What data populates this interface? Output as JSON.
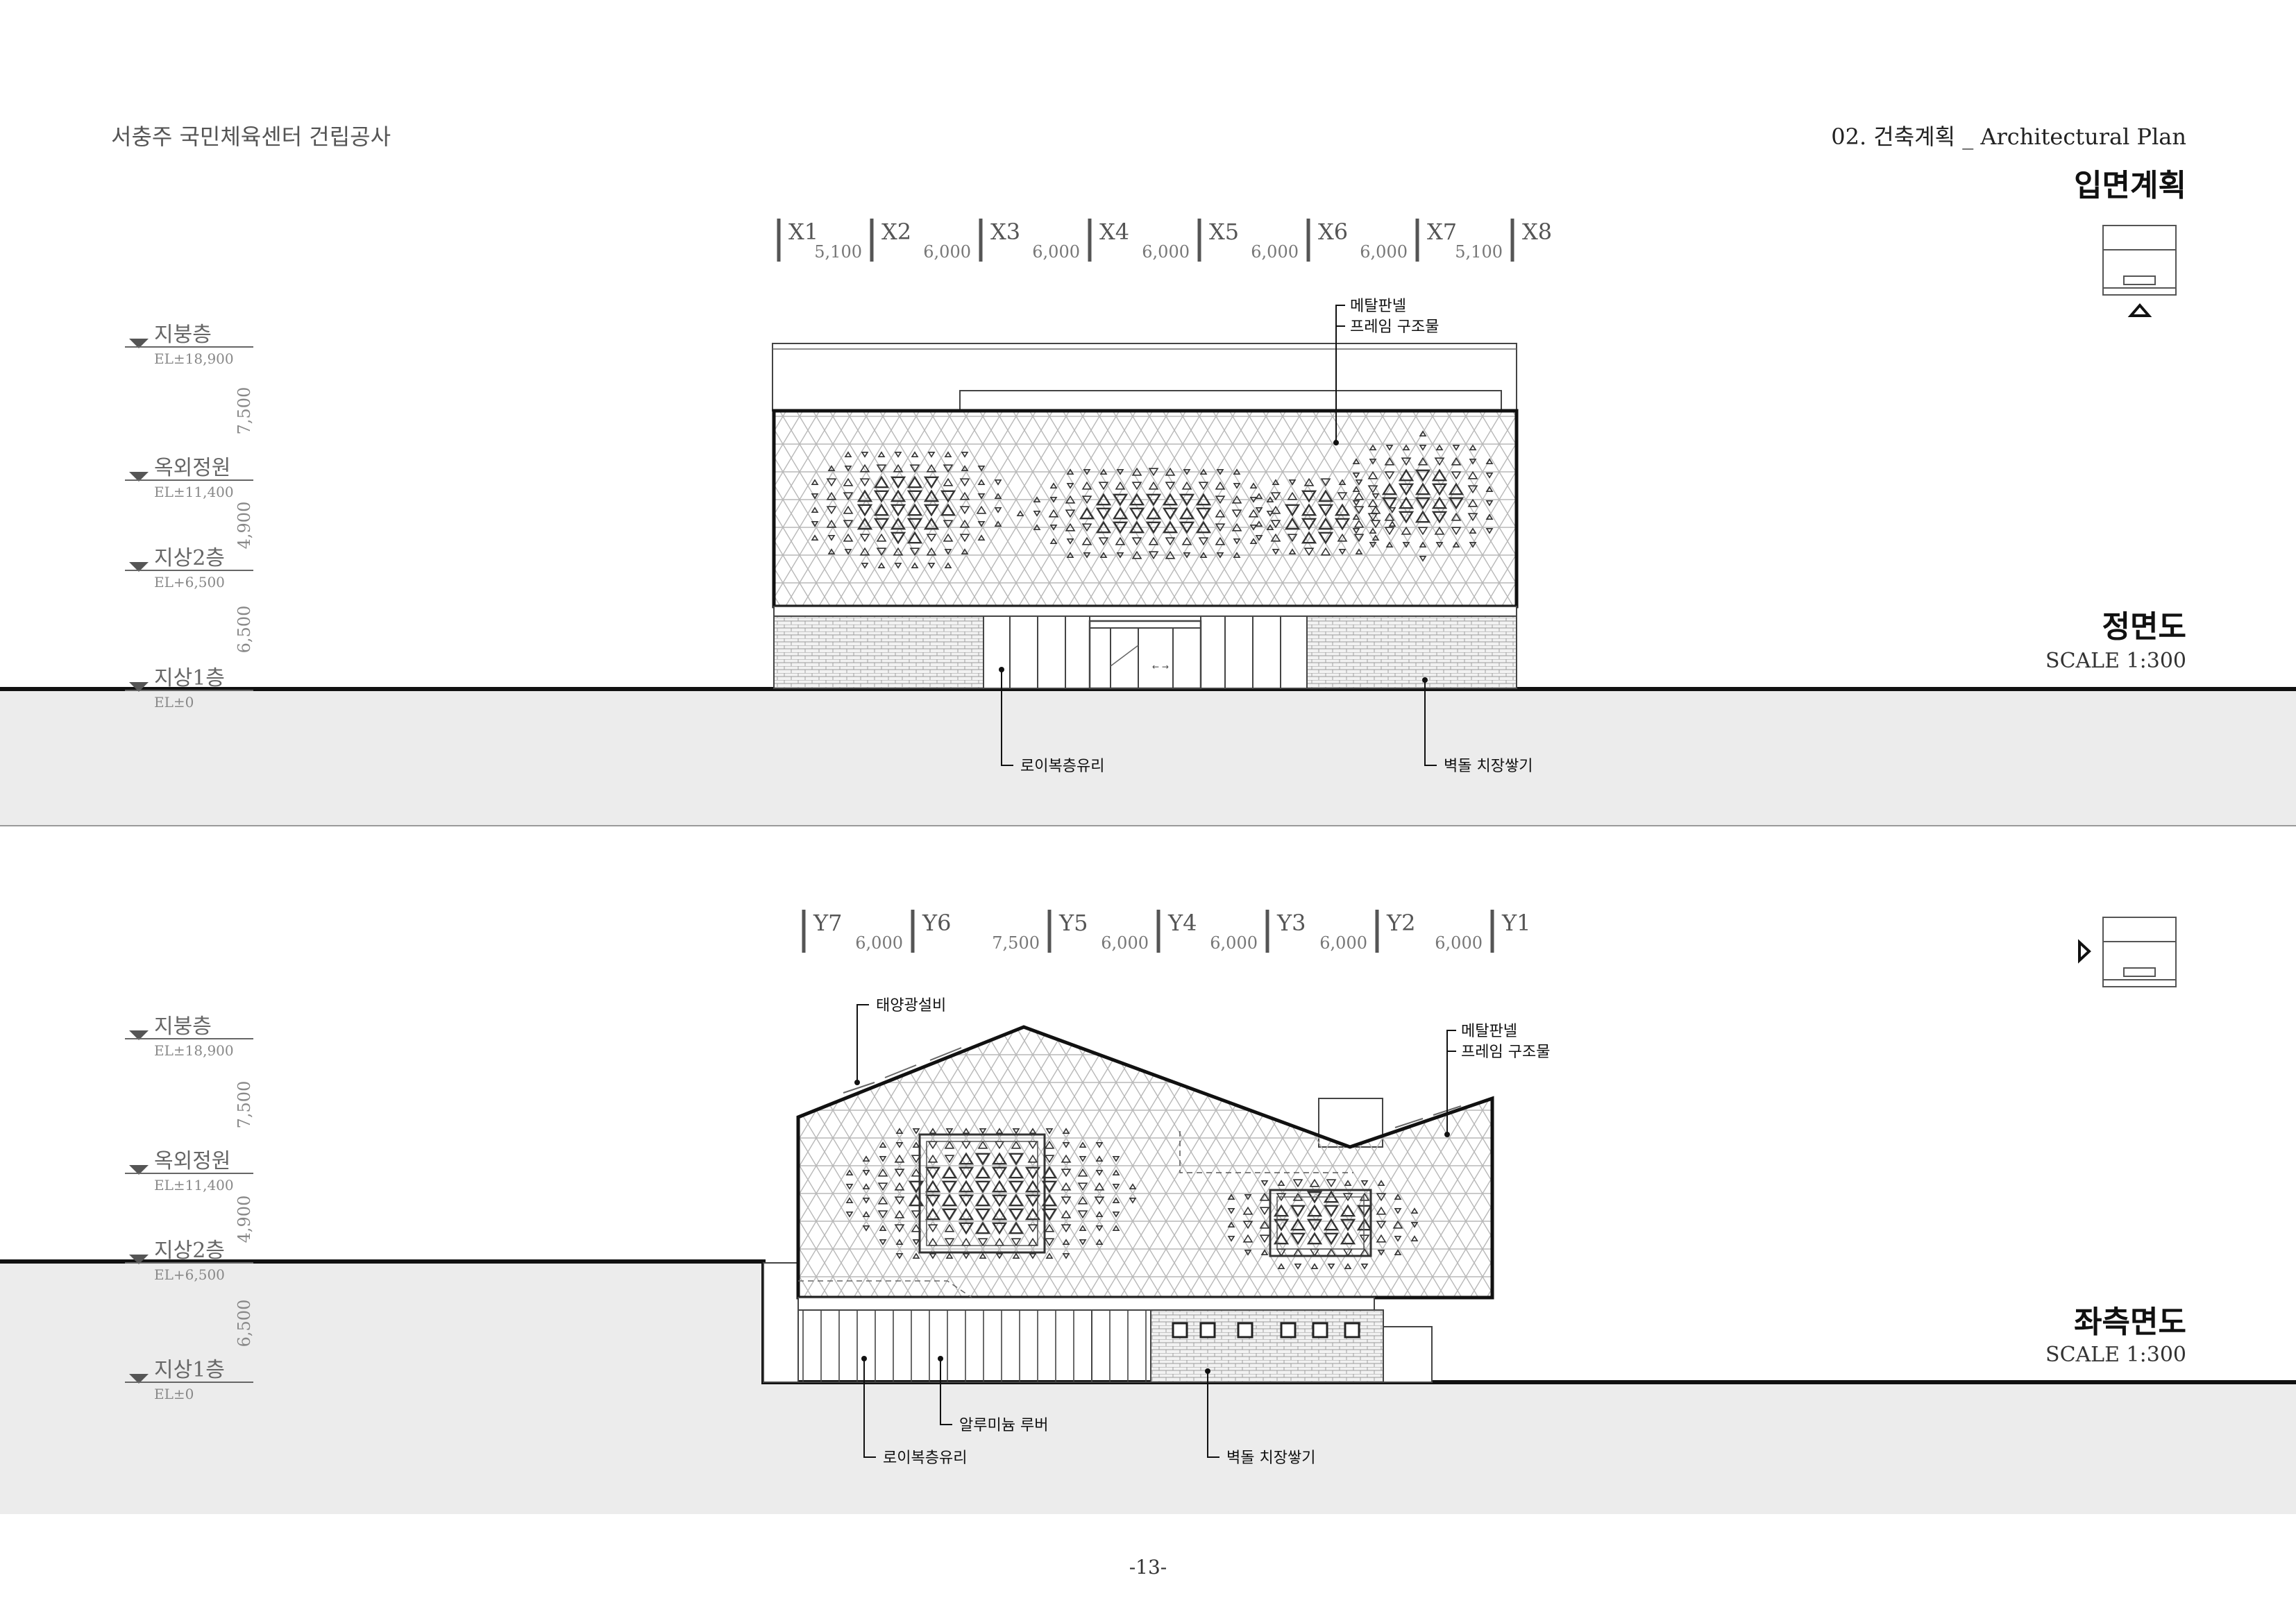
{
  "header": {
    "project_title": "서충주 국민체육센터 건립공사",
    "section_title": "02. 건축계획 _ Architectural Plan",
    "page_heading": "입면계획"
  },
  "levels": [
    {
      "name": "지붕층",
      "el": "EL±18,900"
    },
    {
      "name": "옥외정원",
      "el": "EL±11,400"
    },
    {
      "name": "지상2층",
      "el": "EL+6,500"
    },
    {
      "name": "지상1층",
      "el": "EL±0"
    }
  ],
  "level_dims": [
    "7,500",
    "4,900",
    "6,500"
  ],
  "front_elevation": {
    "title": "정면도",
    "scale": "SCALE 1:300",
    "grid_labels": [
      "X1",
      "X2",
      "X3",
      "X4",
      "X5",
      "X6",
      "X7",
      "X8"
    ],
    "grid_dims": [
      "5,100",
      "6,000",
      "6,000",
      "6,000",
      "6,000",
      "6,000",
      "5,100"
    ],
    "callouts": {
      "metal_panel": "메탈판넬",
      "frame_structure": "프레임 구조물",
      "low_e_glass": "로이복층유리",
      "brick": "벽돌 치장쌓기"
    }
  },
  "side_elevation": {
    "title": "좌측면도",
    "scale": "SCALE 1:300",
    "grid_labels": [
      "Y7",
      "Y6",
      "Y5",
      "Y4",
      "Y3",
      "Y2",
      "Y1"
    ],
    "grid_dims": [
      "6,000",
      "7,500",
      "6,000",
      "6,000",
      "6,000",
      "6,000"
    ],
    "callouts": {
      "solar": "태양광설비",
      "metal_panel": "메탈판넬",
      "frame_structure": "프레임 구조물",
      "aluminum_louver": "알루미늄 루버",
      "low_e_glass": "로이복층유리",
      "brick": "벽돌 치장쌓기"
    }
  },
  "footer": {
    "page_number": "-13-"
  }
}
